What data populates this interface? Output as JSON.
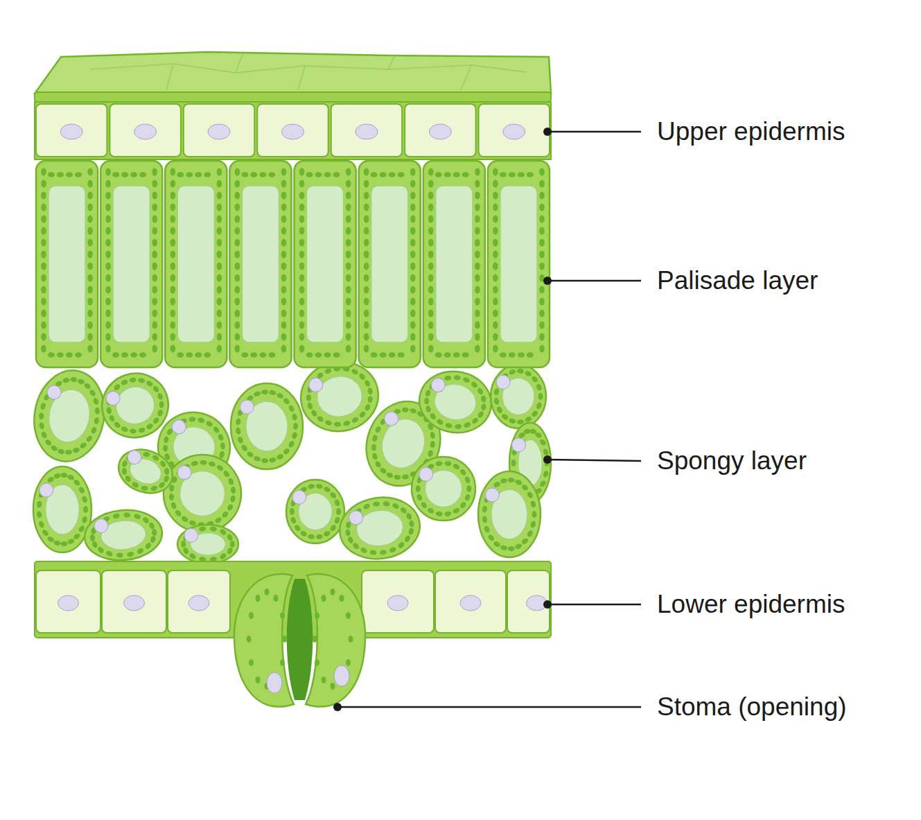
{
  "diagram": {
    "labels": [
      "Upper epidermis",
      "Palisade layer",
      "Spongy layer",
      "Lower epidermis",
      "Stoma (opening)"
    ]
  }
}
